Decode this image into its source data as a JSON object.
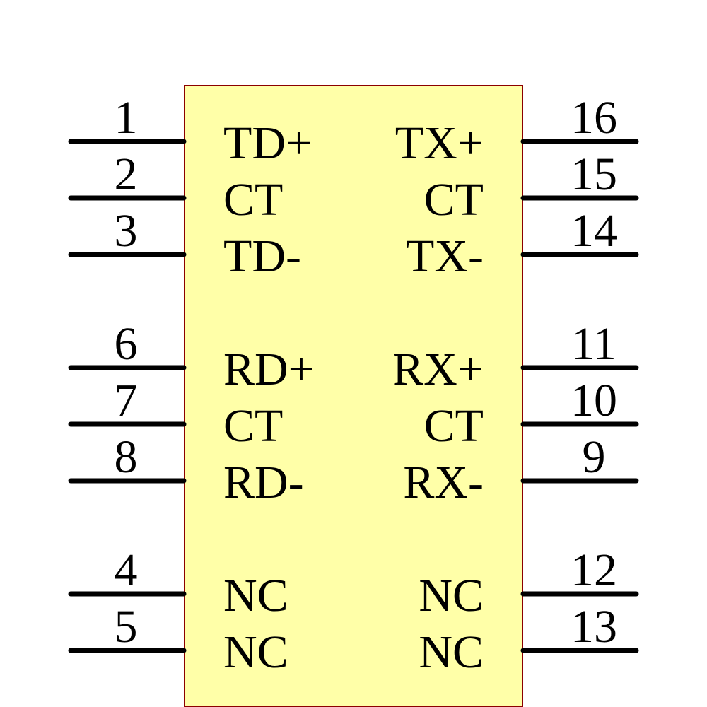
{
  "component": {
    "body_fill": "#ffffa8",
    "body_stroke": "#8b0000",
    "pin_color": "#000000",
    "text_color": "#000000"
  },
  "left_pins": [
    {
      "number": "1",
      "label": "TD+"
    },
    {
      "number": "2",
      "label": "CT"
    },
    {
      "number": "3",
      "label": "TD-"
    },
    {
      "number": "6",
      "label": "RD+"
    },
    {
      "number": "7",
      "label": "CT"
    },
    {
      "number": "8",
      "label": "RD-"
    },
    {
      "number": "4",
      "label": "NC"
    },
    {
      "number": "5",
      "label": "NC"
    }
  ],
  "right_pins": [
    {
      "number": "16",
      "label": "TX+"
    },
    {
      "number": "15",
      "label": "CT"
    },
    {
      "number": "14",
      "label": "TX-"
    },
    {
      "number": "11",
      "label": "RX+"
    },
    {
      "number": "10",
      "label": "CT"
    },
    {
      "number": "9",
      "label": "RX-"
    },
    {
      "number": "12",
      "label": "NC"
    },
    {
      "number": "13",
      "label": "NC"
    }
  ]
}
